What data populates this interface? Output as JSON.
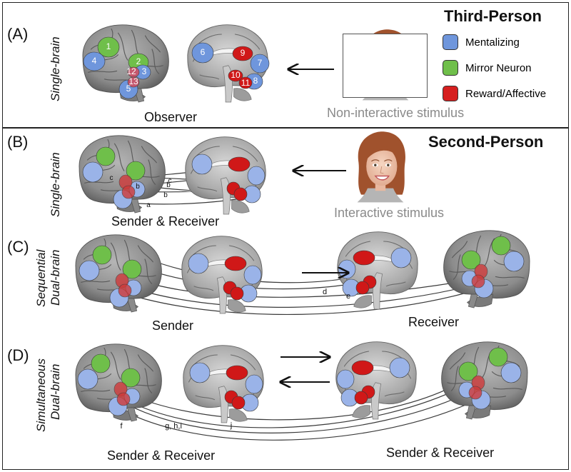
{
  "panels": {
    "A": {
      "letter": "(A)",
      "side_label": "Single-brain",
      "heading": "Third-Person",
      "caption": "Observer",
      "stimulus_caption": "Non-interactive stimulus",
      "region_numbers": [
        "1",
        "2",
        "3",
        "4",
        "5",
        "12",
        "13",
        "6",
        "7",
        "8",
        "9",
        "10",
        "11"
      ]
    },
    "B": {
      "letter": "(B)",
      "side_label": "Single-brain",
      "heading": "Second-Person",
      "caption": "Sender & Receiver",
      "stimulus_caption": "Interactive stimulus",
      "connection_letters": [
        "a",
        "b",
        "b",
        "c",
        "c",
        "b"
      ]
    },
    "C": {
      "letter": "(C)",
      "side_label_1": "Sequential",
      "side_label_2": "Dual-brain",
      "caption_left": "Sender",
      "caption_right": "Receiver",
      "connection_letters": [
        "d",
        "e"
      ]
    },
    "D": {
      "letter": "(D)",
      "side_label_1": "Simultaneous",
      "side_label_2": "Dual-brain",
      "caption_left": "Sender & Receiver",
      "caption_right": "Sender & Receiver",
      "connection_letters": [
        "f",
        "g, h,i",
        "j"
      ]
    }
  },
  "legend": [
    {
      "label": "Mentalizing",
      "color": "#6f96dc"
    },
    {
      "label": "Mirror Neuron",
      "color": "#6fbf4a"
    },
    {
      "label": "Reward/Affective",
      "color": "#d61f1f"
    }
  ],
  "colors": {
    "mentalizing": "#8faae6",
    "mirror": "#6fbf4a",
    "reward": "#d01818",
    "brain": "#9a9a9a",
    "brain_dark": "#6e6e6e"
  }
}
